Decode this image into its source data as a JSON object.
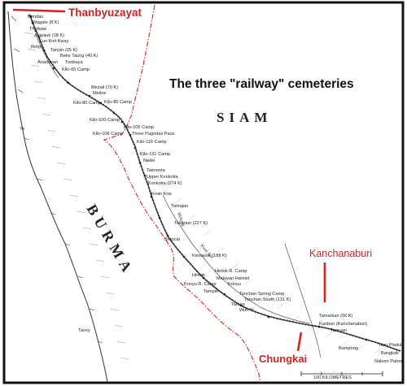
{
  "headline": "The three \"railway\" cemeteries",
  "countries": {
    "siam": "SIAM",
    "burma": "BURMA"
  },
  "cemeteries": {
    "thanbyuzayat": "Thanbyuzayat",
    "kanchanaburi": "Kanchanaburi",
    "chungkai": "Chungkai"
  },
  "colors": {
    "cemetery_marker": "#d62020",
    "border": "#d62020",
    "railway": "#222222",
    "coast": "#333333"
  },
  "places": [
    "Kendau",
    "Wagale (8 K)",
    "Thetkaw",
    "Alapauk (18 K)",
    "Kun Knit Kway",
    "Retpu",
    "Tanyin (35 K)",
    "Beke Taung (40 K)",
    "Anarkwan",
    "Tunbaya",
    "Kilo-65 Camp",
    "Mezali (70 K)",
    "Meiloe",
    "Kilo-80 Camp",
    "Kilo-85 Camp",
    "Kilo-100 Camp",
    "Kilo-105 Camp",
    "Kilo-108 Camp",
    "Three Pagodas Pass",
    "Kilo-116 Camp",
    "Kilo-131 Camp",
    "Nieke",
    "Taimonta",
    "Upper Konkoita",
    "Konkoita (274 K)",
    "Kroin Krai",
    "Tamajao",
    "Takanun (227 K)",
    "Brancai",
    "Kinsayok (188 K)",
    "Hintok R. Camp",
    "Hintok",
    "Malayan Hamlet",
    "Konyu R. Camp",
    "Konyu",
    "Tampie",
    "Tonchan Spring Camp",
    "Tonchan South (131 K)",
    "Tarsao",
    "Wun Yi",
    "Tamarkan (56 K)",
    "Kanburi (Kanchanaburi)",
    "Tamuan",
    "Bampong",
    "Non Pladuk",
    "Bangkok",
    "Nakom Paton",
    "Ye",
    "Tavoy",
    "Mekong"
  ],
  "river_label": "Kwai Noi",
  "scale_text": "100 KILOMETRES"
}
